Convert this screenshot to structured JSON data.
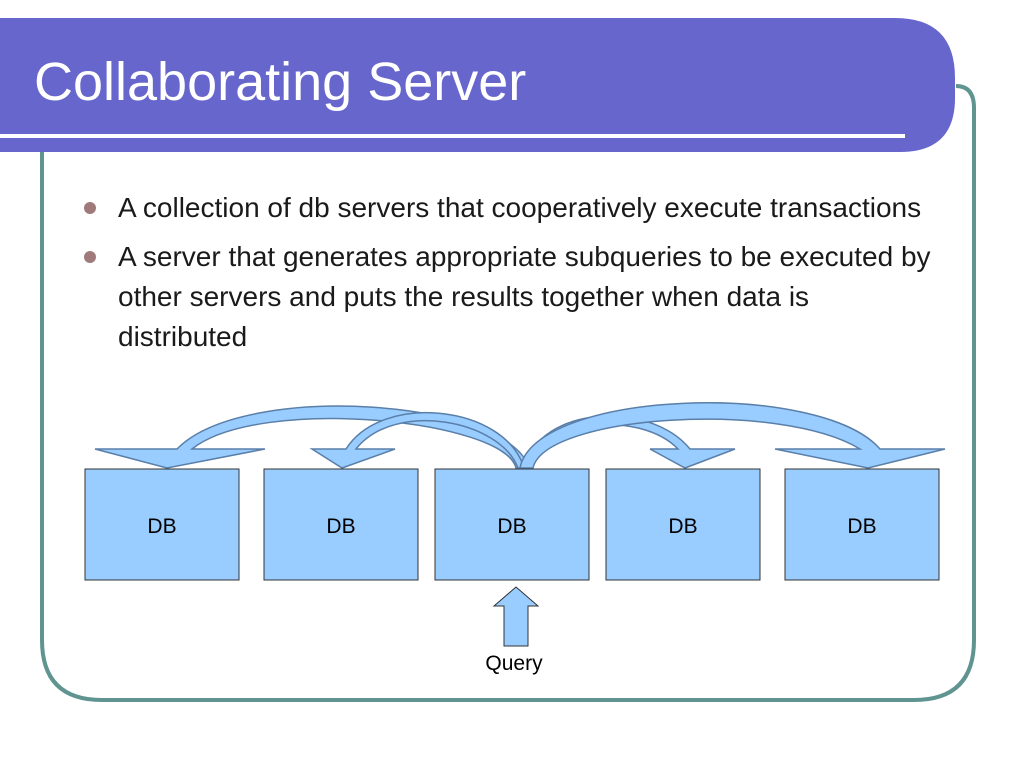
{
  "slide": {
    "title": "Collaborating Server",
    "bullets": [
      "A collection of db servers that cooperatively execute transactions",
      "A server that generates appropriate subqueries to be executed by other servers and puts the results together when data is distributed"
    ]
  },
  "diagram": {
    "nodes": [
      "DB",
      "DB",
      "DB",
      "DB",
      "DB"
    ],
    "query_label": "Query"
  },
  "colors": {
    "title_bar": "#6666cc",
    "frame_border": "#5f9490",
    "box_fill": "#99ccff",
    "arrow_fill": "#99ccff",
    "title_text": "#ffffff",
    "bullet_dot": "#a07a7a"
  }
}
